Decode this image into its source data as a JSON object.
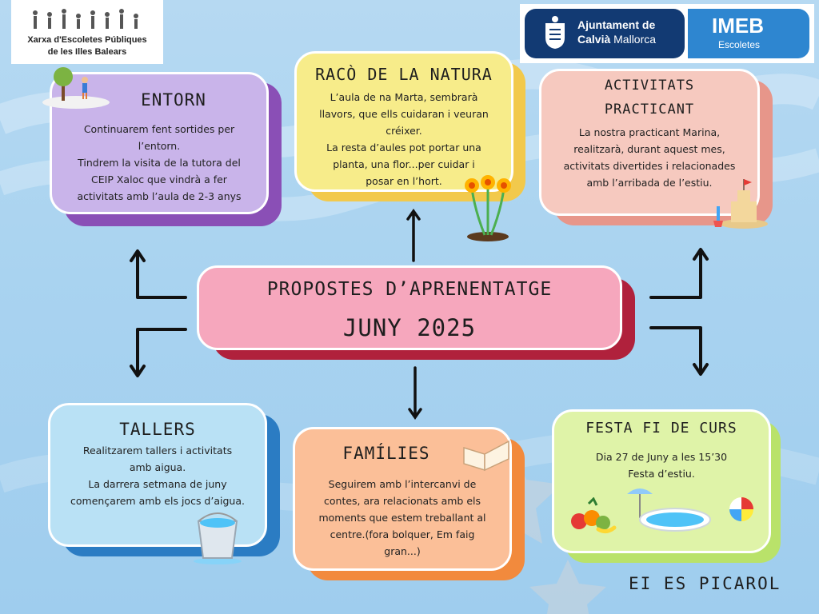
{
  "logos": {
    "left": {
      "line1": "Xarxa d'Escoletes Públiques",
      "line2": "de les Illes Balears"
    },
    "right": {
      "ajuntament_line1": "Ajuntament de",
      "ajuntament_city": "Calvià",
      "ajuntament_region": "Mallorca",
      "imeb": "IMEB",
      "imeb_sub": "Escoletes"
    }
  },
  "center": {
    "title": "PROPOSTES D’APRENENTATGE",
    "subtitle": "JUNY 2025"
  },
  "cards": {
    "entorn": {
      "title": "ENTORN",
      "lines": [
        "Continuarem fent sortides per",
        "l’entorn.",
        "Tindrem la visita de la tutora del",
        "CEIP Xaloc que vindrà a fer",
        "activitats amb l’aula de 2-3 anys"
      ]
    },
    "natura": {
      "title": "RACÒ DE LA NATURA",
      "lines": [
        "L’aula de na Marta, sembrarà",
        "llavors, que ells cuidaran i veuran",
        "créixer.",
        "La resta d’aules pot portar una",
        "planta, una flor...per cuidar i",
        "posar en l’hort."
      ]
    },
    "practicant": {
      "title_line1": "ACTIVITATS",
      "title_line2": "PRACTICANT",
      "lines": [
        "La nostra practicant Marina,",
        "realitzarà, durant aquest mes,",
        "activitats divertides i relacionades",
        "amb l’arribada de l’estiu."
      ]
    },
    "tallers": {
      "title": "TALLERS",
      "lines": [
        "Realitzarem tallers i activitats",
        "amb aigua.",
        "La darrera setmana de juny",
        "començarem amb els jocs d’aigua."
      ]
    },
    "families": {
      "title": "FAMÍLIES",
      "lines": [
        "Seguirem amb l’intercanvi de",
        "contes, ara relacionats amb els",
        "moments que estem treballant al",
        "centre.(fora bolquer, Em faig",
        "gran...)"
      ]
    },
    "festa": {
      "title": "FESTA FI DE CURS",
      "lines": [
        "Dia 27 de Juny a les 15’30",
        "Festa d’estiu."
      ]
    }
  },
  "footer": {
    "school": "EI ES PICAROL"
  },
  "colors": {
    "entorn": "#c9b4ea",
    "entorn_shadow": "#8a4fb6",
    "natura": "#f7ec8a",
    "natura_shadow": "#f2c94c",
    "practicant": "#f6c9bf",
    "practicant_shadow": "#e7968a",
    "center": "#f6a7bd",
    "center_shadow": "#b0213c",
    "tallers": "#b9e1f5",
    "tallers_shadow": "#2b7cc3",
    "families": "#fbbf98",
    "families_shadow": "#f28a3d",
    "festa": "#dff3a8",
    "festa_shadow": "#b9e26a"
  }
}
